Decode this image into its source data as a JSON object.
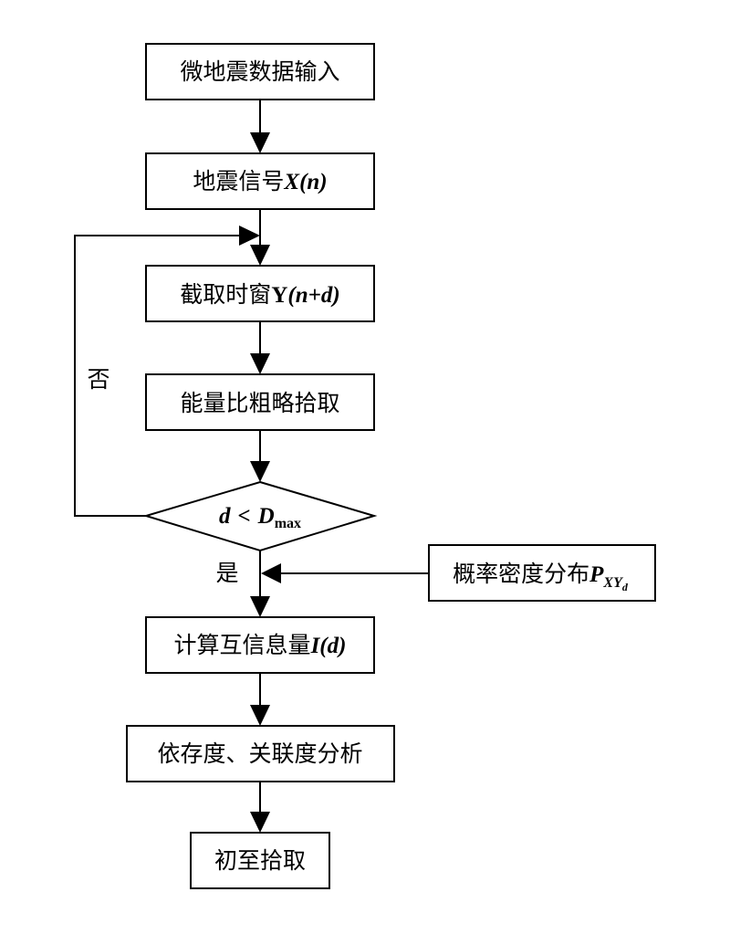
{
  "nodes": {
    "input": "微地震数据输入",
    "signal": "地震信号",
    "signal_math": "X(n)",
    "window": "截取时窗",
    "window_y": "Y",
    "window_math": "(n+d)",
    "energy": "能量比粗略拾取",
    "decision_d": "d",
    "decision_lt": "<",
    "decision_D": "D",
    "decision_sub": "max",
    "prob": "概率密度分布",
    "prob_P": "P",
    "prob_sub": "XY",
    "prob_subsub": "d",
    "mutual": "计算互信息量",
    "mutual_math": "I(d)",
    "analysis": "依存度、关联度分析",
    "first_arrival": "初至拾取"
  },
  "labels": {
    "no": "否",
    "yes": "是"
  }
}
